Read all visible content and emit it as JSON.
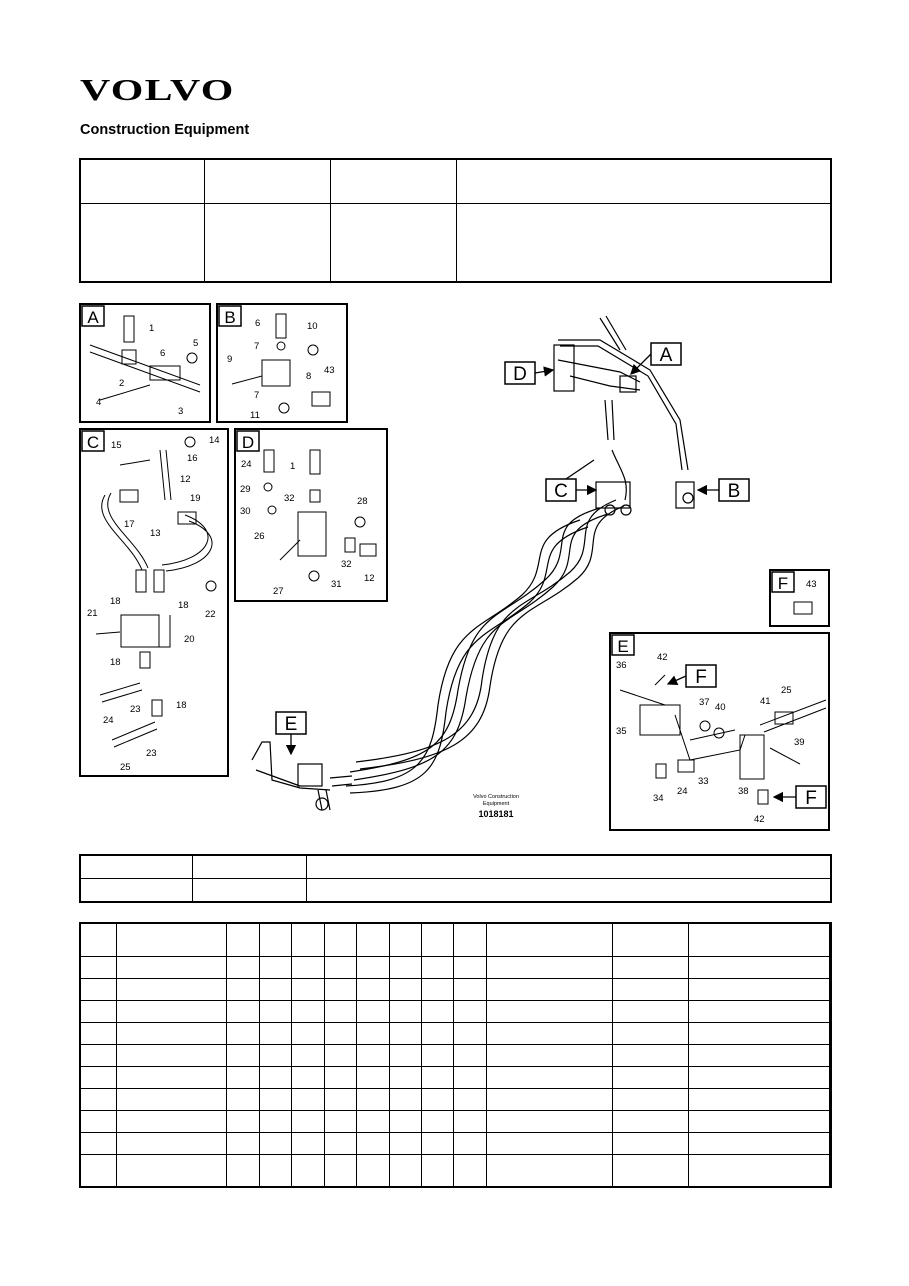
{
  "brand": {
    "wordmark": "VOLVO",
    "subtitle": "Construction Equipment"
  },
  "header_table": {
    "rows": 2,
    "columns": 4
  },
  "diagram": {
    "caption_line1": "Volvo Construction",
    "caption_line2": "Equipment",
    "figure_number": "1018181",
    "views": {
      "a": "A",
      "b": "B",
      "c": "C",
      "d": "D",
      "e": "E",
      "f": "F"
    },
    "callouts": {
      "a": [
        "1",
        "2",
        "6",
        "5",
        "4",
        "3"
      ],
      "b": [
        "6",
        "10",
        "7",
        "9",
        "8",
        "43",
        "7",
        "11"
      ],
      "c": [
        "15",
        "14",
        "16",
        "12",
        "17",
        "19",
        "13",
        "18",
        "18",
        "22",
        "21",
        "20",
        "18",
        "24",
        "23",
        "18",
        "25",
        "23"
      ],
      "d": [
        "24",
        "1",
        "29",
        "32",
        "28",
        "30",
        "26",
        "32",
        "12",
        "27",
        "31"
      ],
      "f": [
        "43"
      ],
      "e": [
        "36",
        "42",
        "35",
        "37",
        "40",
        "41",
        "25",
        "39",
        "34",
        "24",
        "33",
        "38",
        "42"
      ]
    }
  },
  "mid_table": {
    "rows": 2,
    "columns": 3
  },
  "parts_table": {
    "rows": 11,
    "columns": 14
  }
}
